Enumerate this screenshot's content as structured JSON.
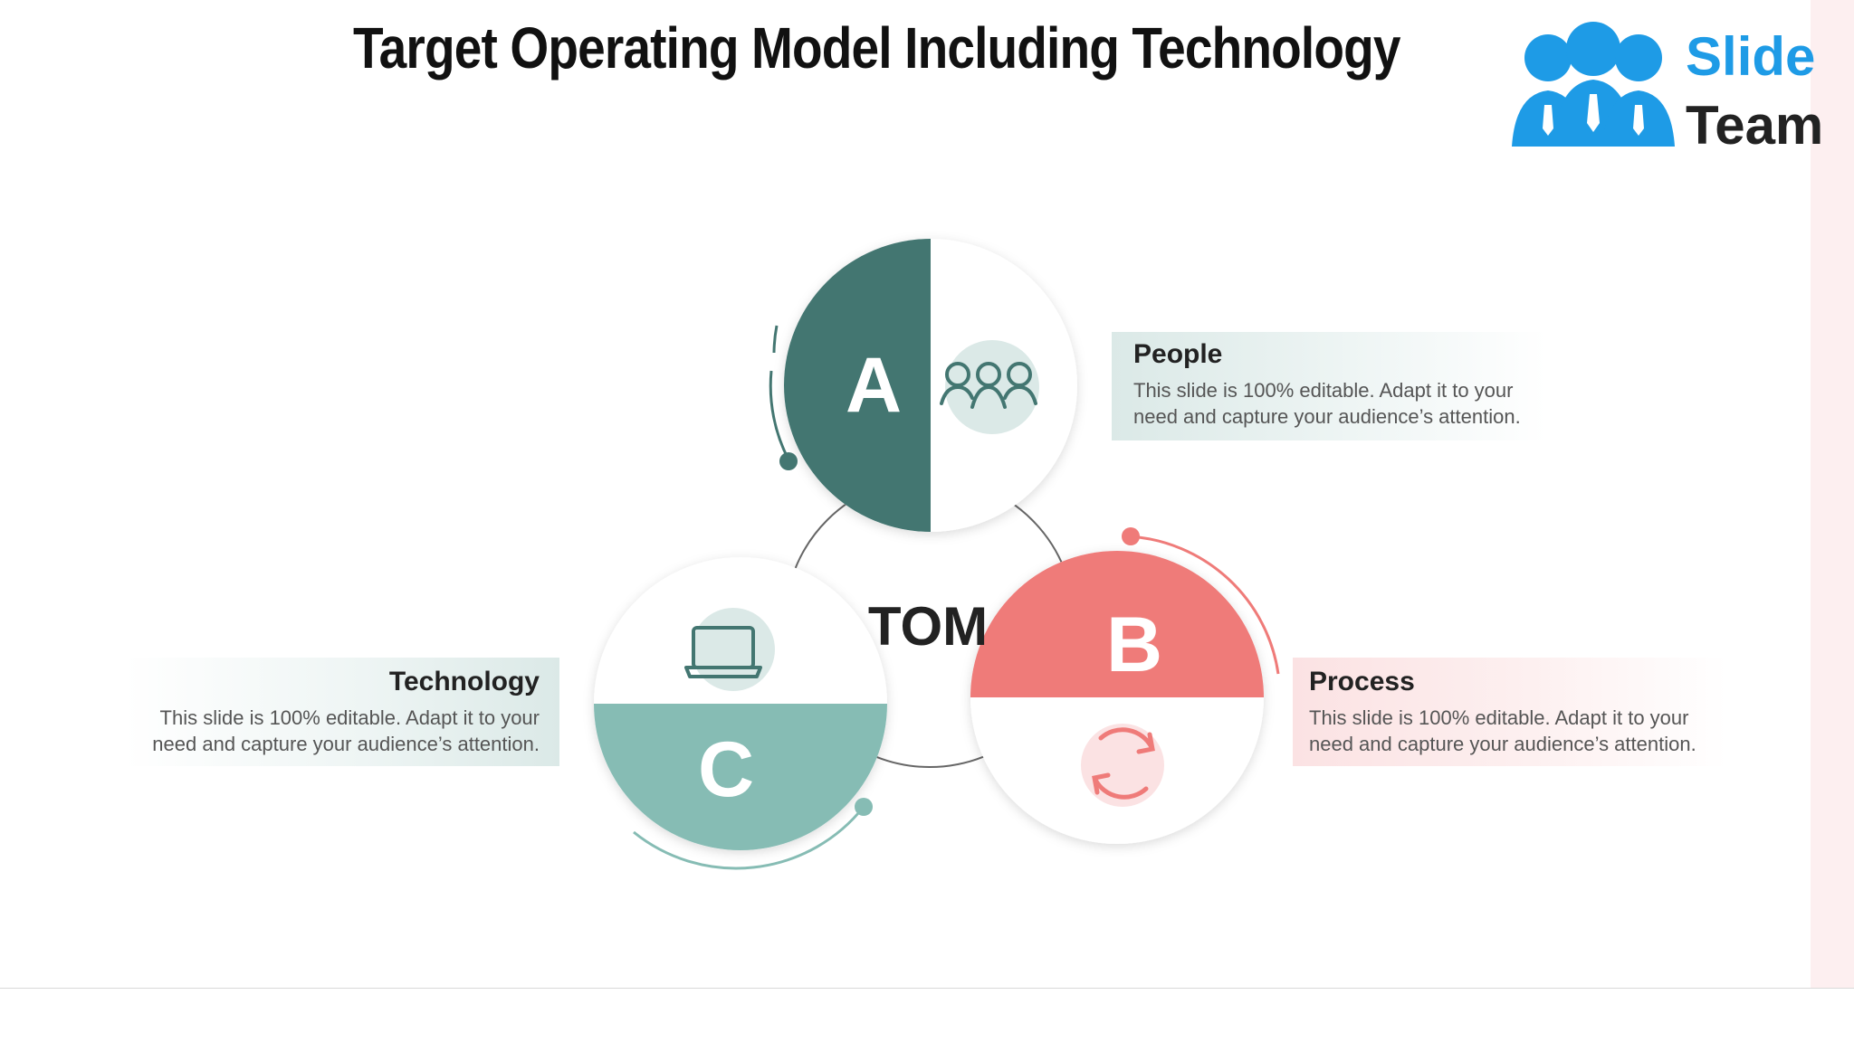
{
  "title": "Target Operating Model Including Technology",
  "logo": {
    "line1": "Slide",
    "line2": "Team"
  },
  "center_label": "TOM",
  "segments": [
    {
      "letter": "A",
      "icon": "people-icon",
      "heading": "People",
      "body_line1": "This slide is 100% editable. Adapt it to your",
      "body_line2": "need and capture your audience’s attention.",
      "color": "#437671"
    },
    {
      "letter": "B",
      "icon": "refresh-cycle-icon",
      "heading": "Process",
      "body_line1": "This slide is 100% editable. Adapt it to your",
      "body_line2": "need and capture your audience’s attention.",
      "color": "#ef7b79"
    },
    {
      "letter": "C",
      "icon": "laptop-icon",
      "heading": "Technology",
      "body_line1": "This slide is 100% editable. Adapt it to your",
      "body_line2": "need and capture your audience’s attention.",
      "color": "#86bcb4"
    }
  ],
  "colors": {
    "logo_blue": "#1e9be6",
    "light_teal": "#dbe9e7",
    "light_pink": "#fbe2e3"
  }
}
